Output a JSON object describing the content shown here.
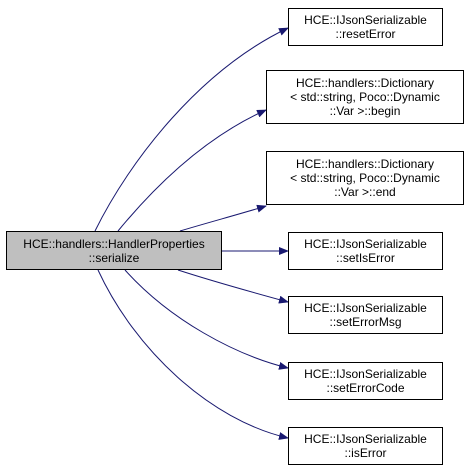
{
  "colors": {
    "edge": "#191970",
    "source_fill": "#bfbfbf",
    "node_fill": "#ffffff",
    "border": "#000000"
  },
  "source": {
    "lines": [
      "HCE::handlers::HandlerProperties",
      "::serialize"
    ]
  },
  "targets": [
    {
      "lines": [
        "HCE::IJsonSerializable",
        "::resetError"
      ]
    },
    {
      "lines": [
        "HCE::handlers::Dictionary",
        "< std::string, Poco::Dynamic",
        "::Var >::begin"
      ]
    },
    {
      "lines": [
        "HCE::handlers::Dictionary",
        "< std::string, Poco::Dynamic",
        "::Var >::end"
      ]
    },
    {
      "lines": [
        "HCE::IJsonSerializable",
        "::setIsError"
      ]
    },
    {
      "lines": [
        "HCE::IJsonSerializable",
        "::setErrorMsg"
      ]
    },
    {
      "lines": [
        "HCE::IJsonSerializable",
        "::setErrorCode"
      ]
    },
    {
      "lines": [
        "HCE::IJsonSerializable",
        "::isError"
      ]
    }
  ]
}
